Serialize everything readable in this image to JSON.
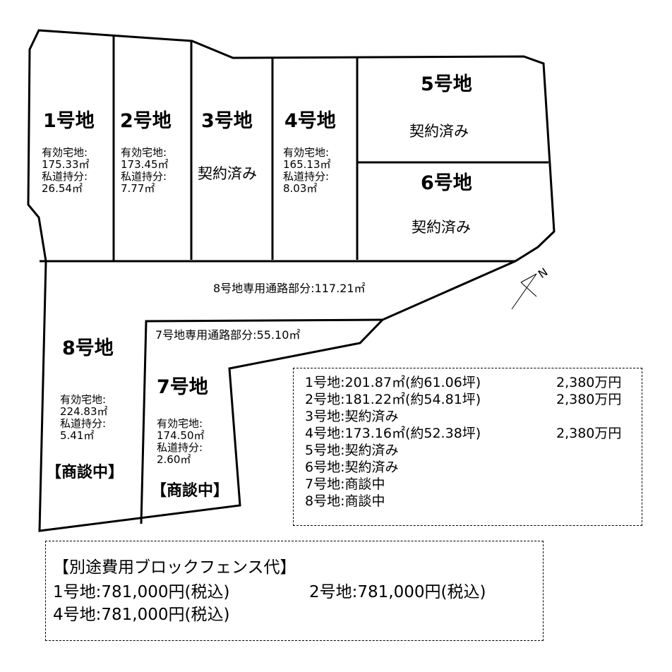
{
  "lots": {
    "lot1": {
      "label": "1号地",
      "area": "有効宅地:\n175.33㎡\n私道持分:\n26.54㎡"
    },
    "lot2": {
      "label": "2号地",
      "area": "有効宅地:\n173.45㎡\n私道持分:\n7.77㎡"
    },
    "lot3": {
      "label": "3号地",
      "status": "契約済み"
    },
    "lot4": {
      "label": "4号地",
      "area": "有効宅地:\n165.13㎡\n私道持分:\n8.03㎡"
    },
    "lot5": {
      "label": "5号地",
      "status": "契約済み"
    },
    "lot6": {
      "label": "6号地",
      "status": "契約済み"
    },
    "lot7": {
      "label": "7号地",
      "area": "有効宅地:\n174.50㎡\n私道持分:\n2.60㎡",
      "status": "【商談中】"
    },
    "lot8": {
      "label": "8号地",
      "area": "有効宅地:\n224.83㎡\n私道持分:\n5.41㎡",
      "status": "【商談中】"
    }
  },
  "roads": {
    "road8": "8号地専用通路部分:117.21㎡",
    "road7": "7号地専用通路部分:55.10㎡"
  },
  "compass": {
    "label": "N"
  },
  "summary": [
    {
      "text": "1号地:201.87㎡(約61.06坪)",
      "price": "2,380万円"
    },
    {
      "text": "2号地:181.22㎡(約54.81坪)",
      "price": "2,380万円"
    },
    {
      "text": "3号地:契約済み",
      "price": ""
    },
    {
      "text": "4号地:173.16㎡(約52.38坪)",
      "price": "2,380万円"
    },
    {
      "text": "5号地:契約済み",
      "price": ""
    },
    {
      "text": "6号地:契約済み",
      "price": ""
    },
    {
      "text": "7号地:商談中",
      "price": ""
    },
    {
      "text": "8号地:商談中",
      "price": ""
    }
  ],
  "fence": {
    "title": "【別途費用ブロックフェンス代】",
    "line1a": "1号地:781,000円(税込)",
    "line1b": "2号地:781,000円(税込)",
    "line2": "4号地:781,000円(税込)"
  }
}
